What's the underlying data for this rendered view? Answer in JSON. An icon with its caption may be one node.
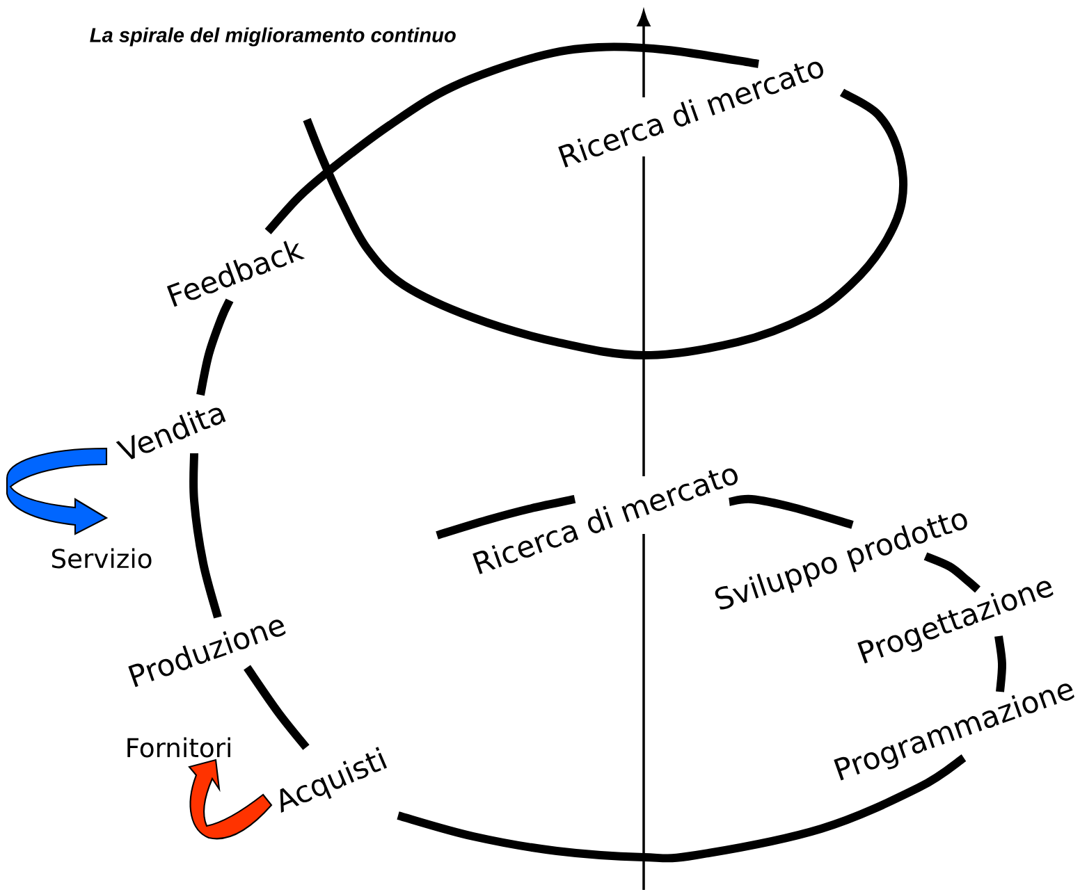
{
  "diagram": {
    "title": "La spirale del miglioramento continuo",
    "nodes": [
      {
        "text": [
          "Ricerca di mercato"
        ]
      },
      {
        "text": [
          "Sviluppo prodotto"
        ]
      },
      {
        "text": [
          "Progettazione"
        ]
      },
      {
        "text": [
          "Programmazione"
        ]
      },
      {
        "text": [
          "Acquisti"
        ]
      },
      {
        "text": [
          "Produzione"
        ]
      },
      {
        "text": [
          "Vendita"
        ]
      },
      {
        "text": [
          "Feedback"
        ]
      },
      {
        "text": [
          "Ricerca di mercato"
        ]
      },
      {
        "text": [
          "Servizio"
        ]
      },
      {
        "text": [
          "Fornitori"
        ]
      }
    ],
    "edges": [
      {
        "from": null,
        "to": 0,
        "arrow": "none"
      },
      {
        "from": 0,
        "to": 1,
        "arrow": "none"
      },
      {
        "from": 1,
        "to": 2,
        "arrow": "none"
      },
      {
        "from": 2,
        "to": 3,
        "arrow": "none"
      },
      {
        "from": 3,
        "to": 4,
        "arrow": "none"
      },
      {
        "from": 4,
        "to": 5,
        "arrow": "none"
      },
      {
        "from": 5,
        "to": 6,
        "arrow": "none"
      },
      {
        "from": 6,
        "to": 7,
        "arrow": "none"
      },
      {
        "from": 7,
        "to": 8,
        "arrow": "none"
      },
      {
        "from": 8,
        "to": null,
        "arrow": "none"
      },
      {
        "from": 6,
        "to": 9,
        "arrow": "to",
        "style": "thick",
        "color": "#0066ff"
      },
      {
        "from": 4,
        "to": 10,
        "arrow": "to",
        "style": "thick",
        "color": "#ff3300"
      }
    ]
  }
}
